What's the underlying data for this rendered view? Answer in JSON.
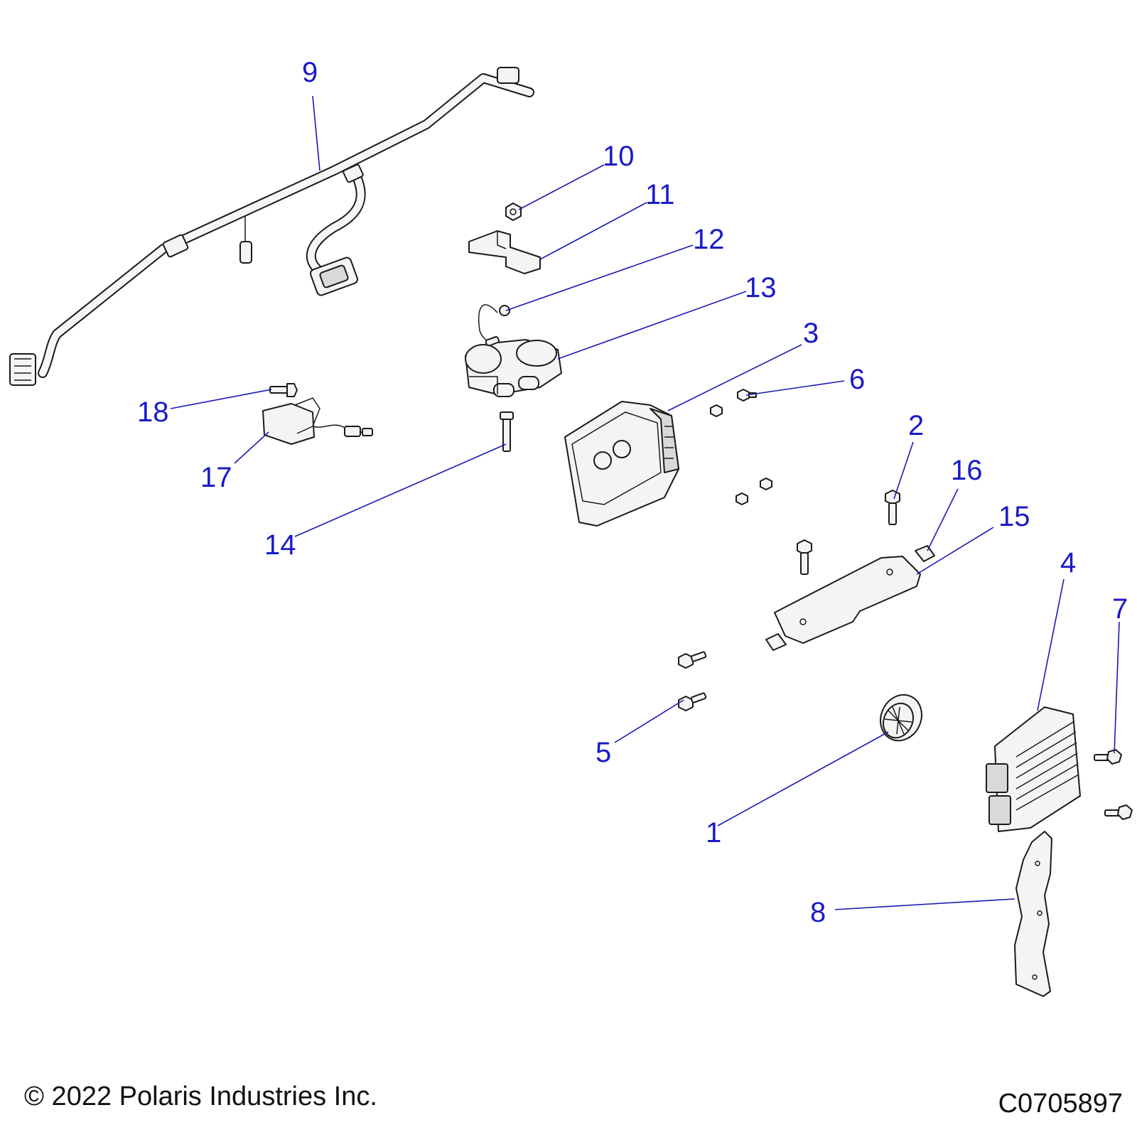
{
  "callouts": {
    "c1": "1",
    "c2": "2",
    "c3": "3",
    "c4": "4",
    "c5": "5",
    "c6": "6",
    "c7": "7",
    "c8": "8",
    "c9": "9",
    "c10": "10",
    "c11": "11",
    "c12": "12",
    "c13": "13",
    "c14": "14",
    "c15": "15",
    "c16": "16",
    "c17": "17",
    "c18": "18"
  },
  "footer": {
    "copyright": "© 2022 Polaris Industries Inc.",
    "figure_code": "C0705897"
  }
}
